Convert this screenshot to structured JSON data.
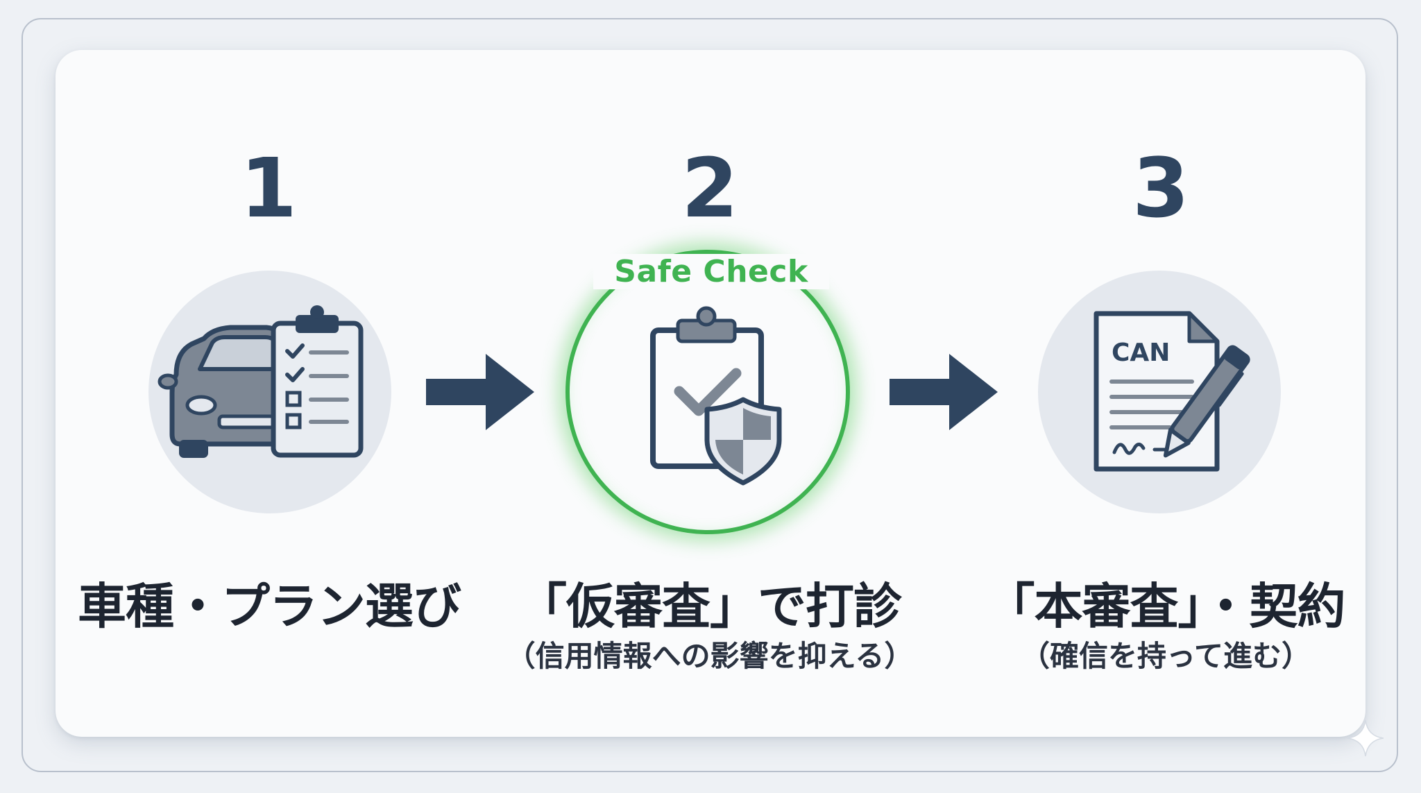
{
  "steps": [
    {
      "number": "1",
      "title": "車種・プラン選び",
      "subtitle": "",
      "icon": "car-and-checklist-icon"
    },
    {
      "number": "2",
      "badge": "Safe Check",
      "title": "「仮審査」で打診",
      "subtitle": "（信用情報への影響を抑える）",
      "icon": "clipboard-shield-icon"
    },
    {
      "number": "3",
      "title": "「本審査」・契約",
      "subtitle": "（確信を持って進む）",
      "icon": "contract-pen-icon",
      "document_text": "CAN"
    }
  ],
  "colors": {
    "primary_navy": "#2f4560",
    "accent_green": "#3fb351",
    "icon_gray": "#7d8794",
    "circle_bg": "#e4e8ee"
  }
}
